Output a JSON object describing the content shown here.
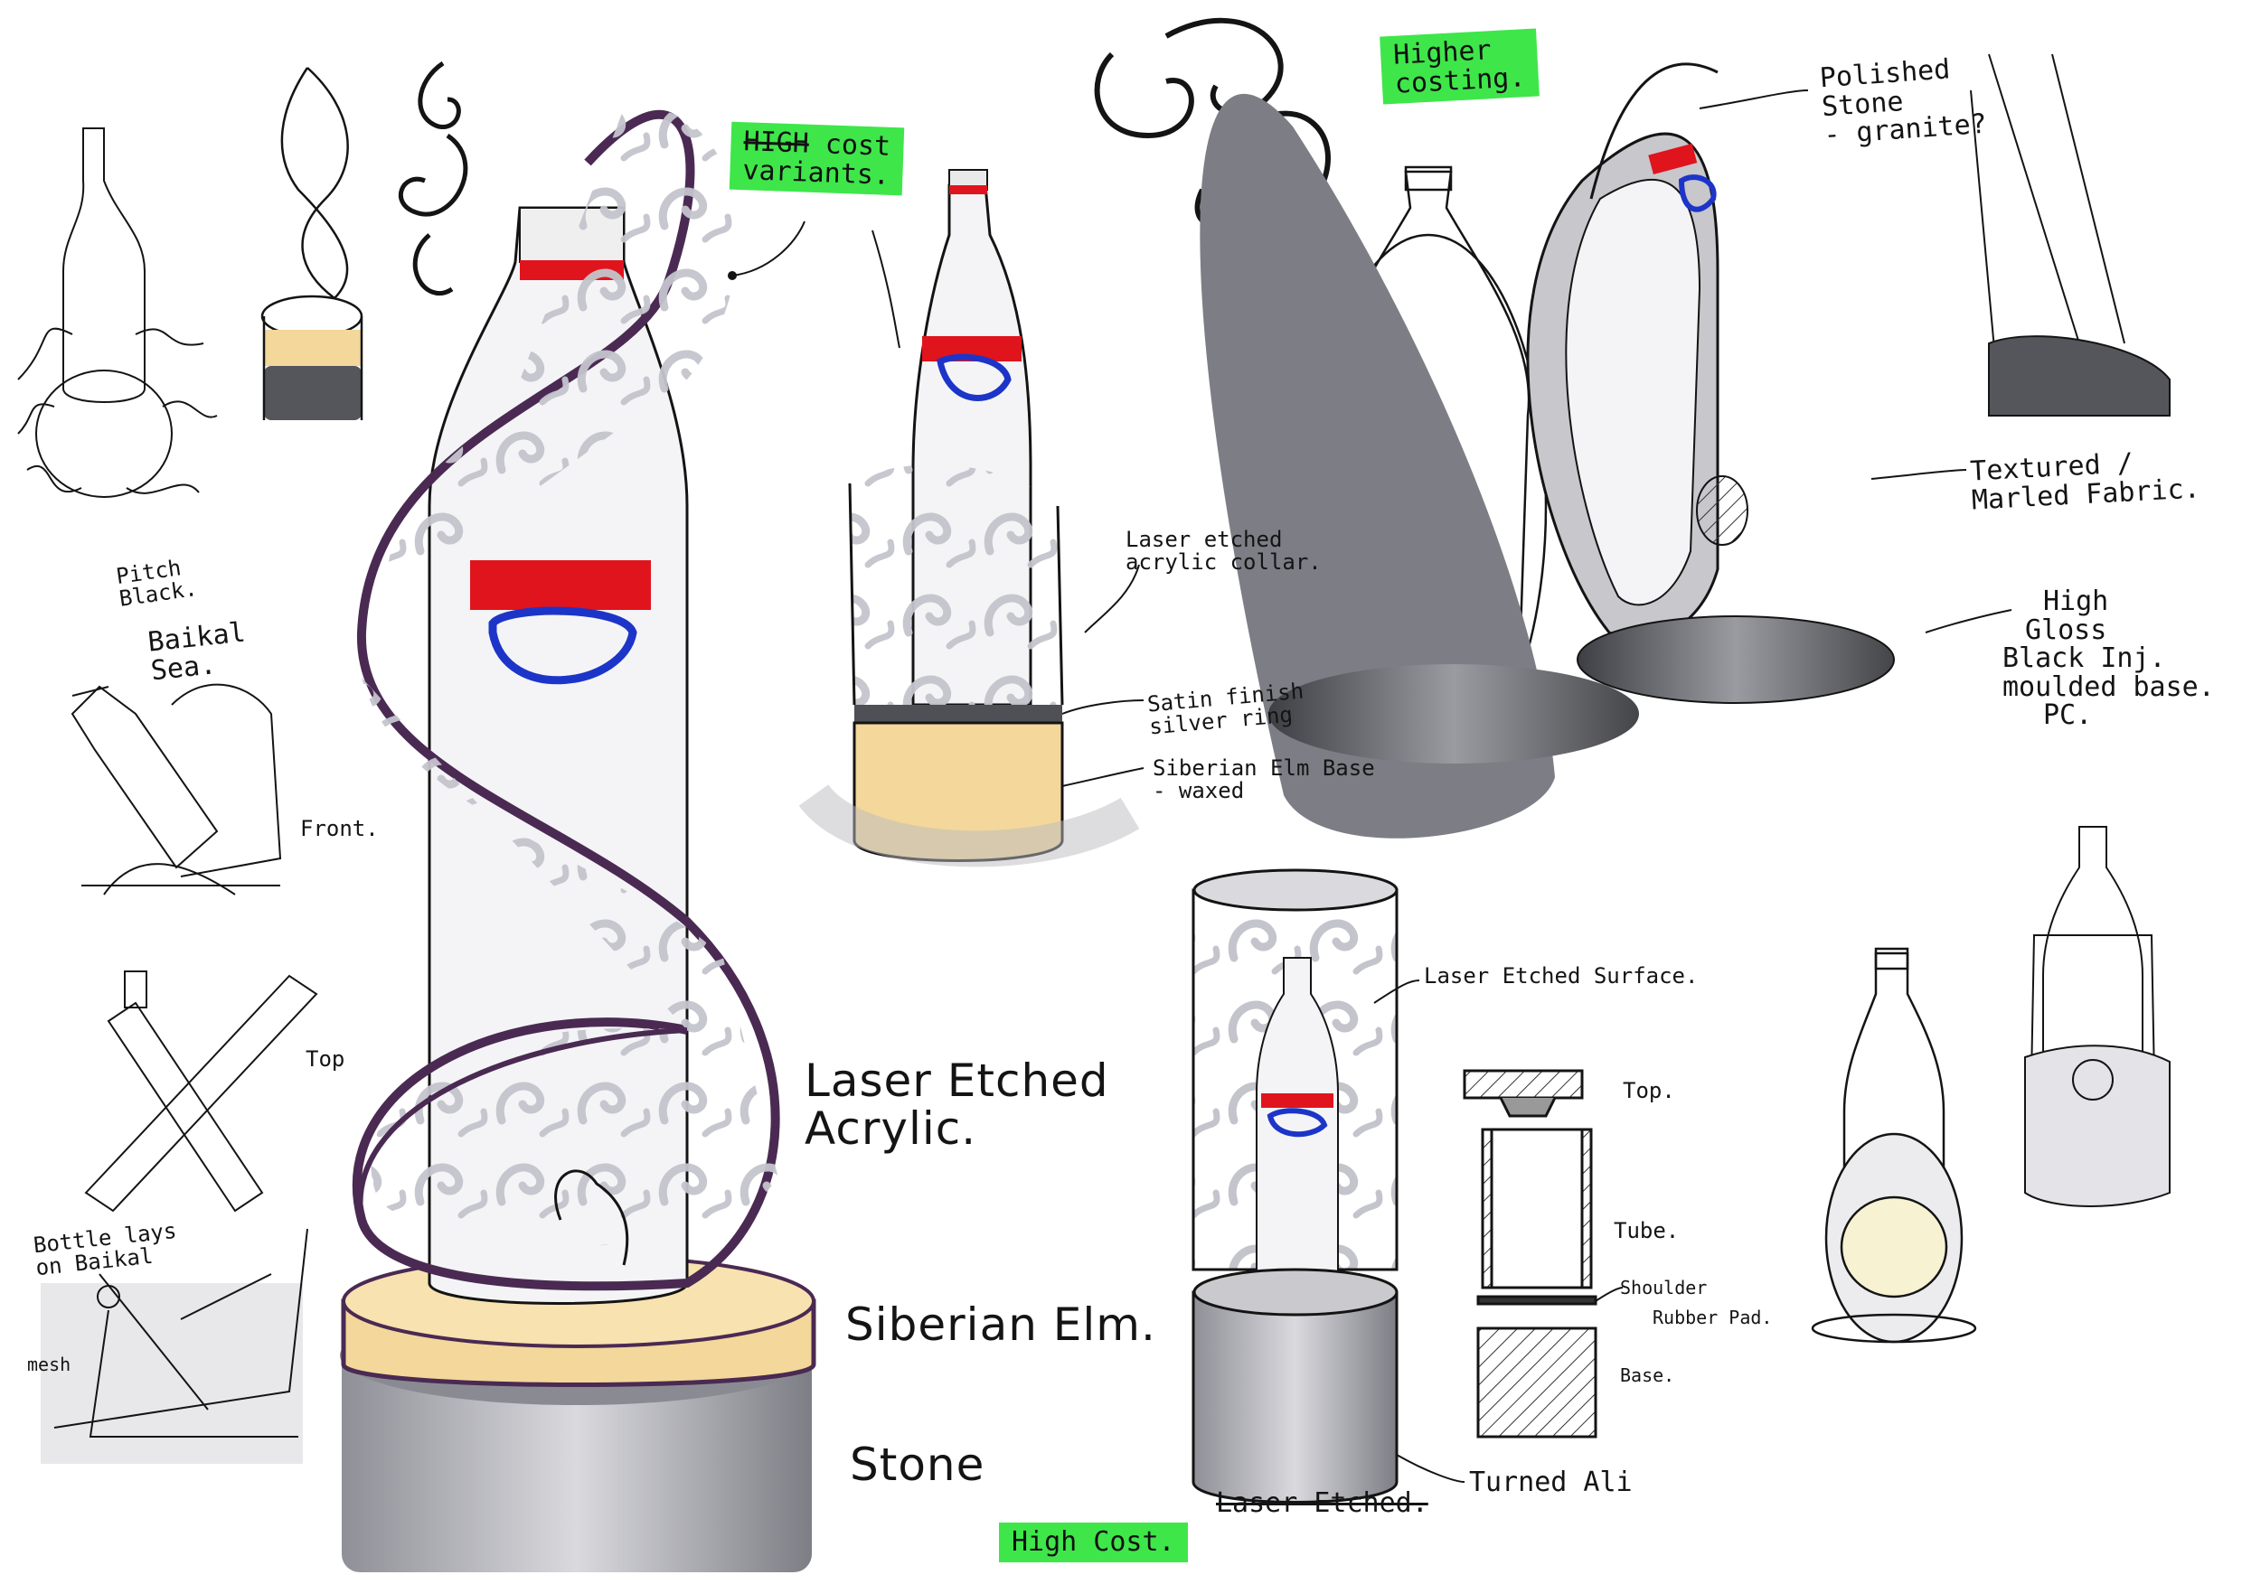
{
  "labels": {
    "high_cost_variants_1": "HIGH",
    "high_cost_variants_2": "cost",
    "high_cost_variants_3": "variants.",
    "higher_costing_1": "Higher",
    "higher_costing_2": "costing.",
    "high_cost_bottom": "High Cost.",
    "pitch_black": "Pitch",
    "pitch_black_2": "Black.",
    "baikal_sea": "Baikal",
    "baikal_sea_2": "Sea.",
    "front": "Front.",
    "top_left": "Top",
    "bottle_lays_1": "Bottle lays",
    "bottle_lays_2": "on Baikal",
    "mesh": "mesh",
    "laser_etched_acrylic_1": "Laser Etched",
    "laser_etched_acrylic_2": "Acrylic.",
    "siberian_elm": "Siberian Elm.",
    "stone": "Stone",
    "laser_etched_collar_1": "Laser etched",
    "laser_etched_collar_2": "acrylic collar.",
    "satin_finish_1": "Satin finish",
    "satin_finish_2": "silver ring",
    "siberian_elm_waxed_1": "Siberian Elm Base",
    "siberian_elm_waxed_2": "- waxed",
    "polished_stone_1": "Polished",
    "polished_stone_2": "Stone",
    "polished_stone_3": "- granite?",
    "textured_fabric_1": "Textured /",
    "textured_fabric_2": "Marled Fabric.",
    "high_gloss_1": "High",
    "high_gloss_2": "Gloss",
    "high_gloss_3": "Black Inj.",
    "high_gloss_4": "moulded base.",
    "high_gloss_5": "PC.",
    "laser_etched_surface": "Laser Etched Surface.",
    "top_right": "Top.",
    "tube": "Tube.",
    "shoulder": "Shoulder",
    "rubber_pad": "Rubber Pad.",
    "base": "Base.",
    "laser_etched_strike": "Laser Etched.",
    "turned_ali": "Turned Ali"
  },
  "colors": {
    "ink": "#141414",
    "purple_outline": "#4a2a52",
    "grey_marker": "#b9b9c0",
    "dark_grey": "#55565c",
    "wood": "#f3d79b",
    "label_red": "#e0141c",
    "logo_blue": "#1c35c8",
    "highlight_green": "#3ee64a"
  }
}
